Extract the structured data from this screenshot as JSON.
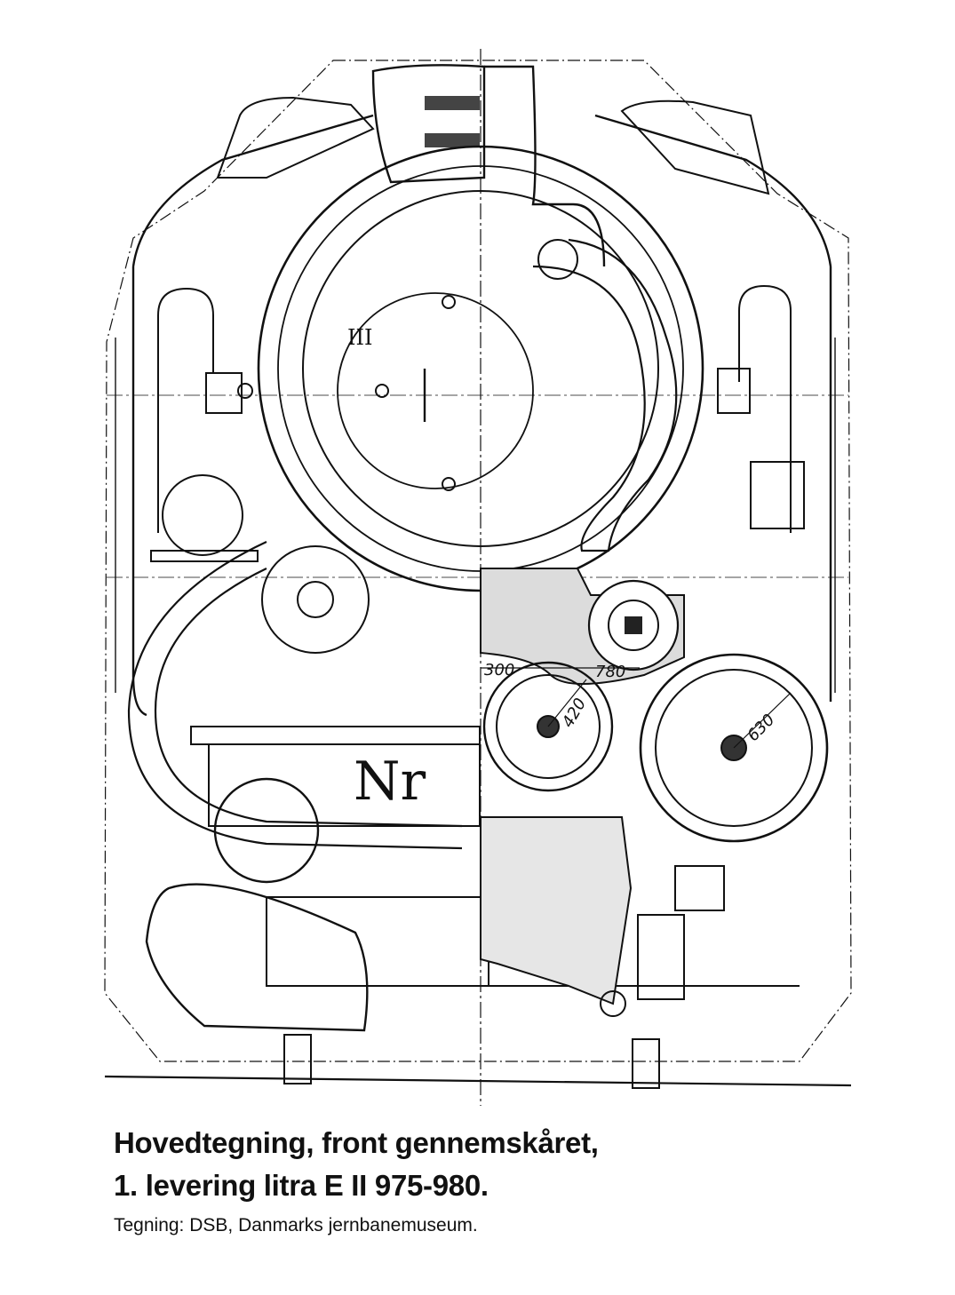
{
  "drawing": {
    "roman_numeral": "III",
    "plate_text": "Nr",
    "dimensions": [
      "300",
      "780",
      "420",
      "630"
    ]
  },
  "caption": {
    "title_line1": "Hovedtegning, front gennemskåret,",
    "title_line2": "1. levering litra E II 975-980.",
    "credit": "Tegning: DSB, Danmarks jernbanemuseum."
  }
}
